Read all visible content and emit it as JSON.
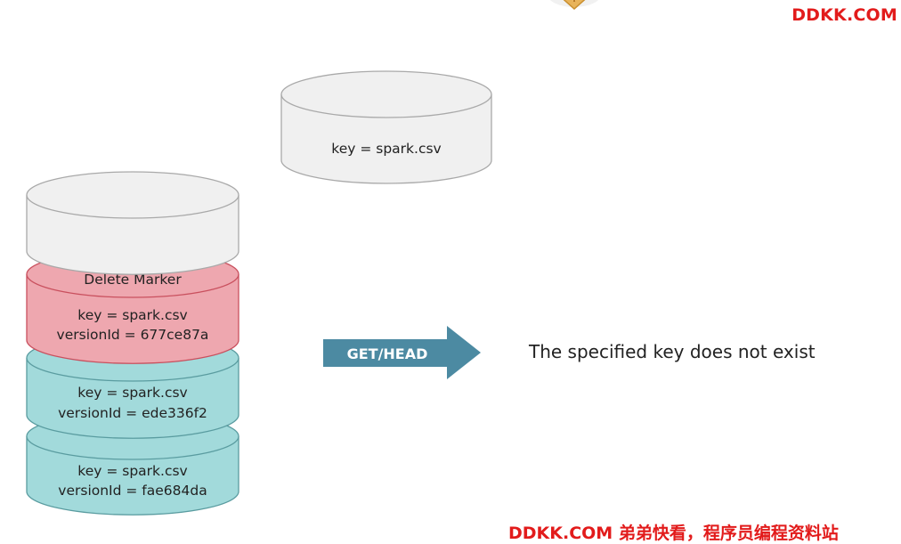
{
  "watermark_top": "DDKK.COM",
  "watermark_bottom": "DDKK.COM 弟弟快看，程序员编程资料站",
  "logo_icon": "bucket-logo-icon",
  "colors": {
    "grey_fill": "#f0f0f0",
    "grey_stroke": "#a9a9a9",
    "red_fill": "#eea7af",
    "red_stroke": "#c9505e",
    "teal_fill": "#a2dadb",
    "teal_stroke": "#5a9ca0",
    "arrow": "#4c8aa2",
    "watermark": "#e21b1b"
  },
  "single_object": {
    "line1": "key = spark.csv"
  },
  "versioned_stack": {
    "delete_marker": {
      "title": "Delete Marker",
      "line1": "key = spark.csv",
      "line2": "versionId = 677ce87a"
    },
    "version_2": {
      "line1": "key = spark.csv",
      "line2": "versionId = ede336f2"
    },
    "version_1": {
      "line1": "key = spark.csv",
      "line2": "versionId = fae684da"
    }
  },
  "request": {
    "label": "GET/HEAD"
  },
  "response": {
    "text": "The specified key does not exist"
  }
}
